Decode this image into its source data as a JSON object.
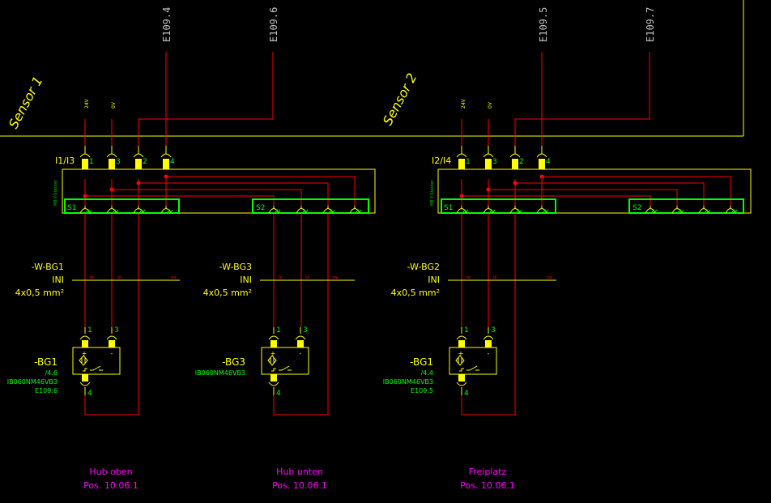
{
  "colors": {
    "background": "#000000",
    "frame": "#ffff00",
    "wire": "#ff0000",
    "terminal": "#ffff00",
    "green_label": "#00ff00",
    "signal_label": "#c0c0c0",
    "footer_label": "#ff00ff",
    "core_label": "#ff0000"
  },
  "signals": [
    {
      "id": "E109.4",
      "label": "E109.4"
    },
    {
      "id": "E109.6",
      "label": "E109.6"
    },
    {
      "id": "E109.5",
      "label": "E109.5"
    },
    {
      "id": "E109.7",
      "label": "E109.7"
    }
  ],
  "sensors": [
    {
      "title": "Sensor 1",
      "supply_labels": [
        "24V",
        "0V"
      ],
      "connector": {
        "label": "I1/I3",
        "side_label": "M8 Y-Stecker",
        "pins": [
          "1",
          "3",
          "2",
          "4"
        ],
        "socket_groups": [
          "S1",
          "S2"
        ]
      }
    },
    {
      "title": "Sensor 2",
      "supply_labels": [
        "24V",
        "0V"
      ],
      "connector": {
        "label": "I2/I4",
        "side_label": "M8 Y-Stecker",
        "pins": [
          "1",
          "3",
          "2",
          "4"
        ],
        "socket_groups": [
          "S1",
          "S2"
        ]
      }
    }
  ],
  "cables": [
    {
      "name": "-W-BG1",
      "type": "INI",
      "spec": "4x0,5 mm²",
      "cores": [
        "br",
        "bl",
        "sw"
      ]
    },
    {
      "name": "-W-BG3",
      "type": "INI",
      "spec": "4x0,5 mm²",
      "cores": [
        "br",
        "bl",
        "sw"
      ]
    },
    {
      "name": "-W-BG2",
      "type": "INI",
      "spec": "4x0,5 mm²",
      "cores": [
        "br",
        "bl",
        "sw"
      ]
    }
  ],
  "devices": [
    {
      "tag": "-BG1",
      "ref": "/4.6",
      "part": "IB060NM46VB3",
      "signal": "E109.6",
      "pins": [
        "1",
        "3",
        "4"
      ],
      "polarity": [
        "+",
        "-"
      ]
    },
    {
      "tag": "-BG3",
      "ref": "",
      "part": "IB060NM46VB3",
      "signal": "",
      "pins": [
        "1",
        "3",
        "4"
      ],
      "polarity": [
        "+",
        "-"
      ]
    },
    {
      "tag": "-BG1",
      "ref": "/4.4",
      "part": "IB060NM46VB3",
      "signal": "E109.5",
      "pins": [
        "1",
        "3",
        "4"
      ],
      "polarity": [
        "+",
        "-"
      ]
    }
  ],
  "footer": [
    {
      "line1": "Hub oben",
      "line2": "Pos. 10.06.1"
    },
    {
      "line1": "Hub unten",
      "line2": "Pos. 10.06.1"
    },
    {
      "line1": "Freiplatz",
      "line2": "Pos. 10.06.1"
    }
  ]
}
